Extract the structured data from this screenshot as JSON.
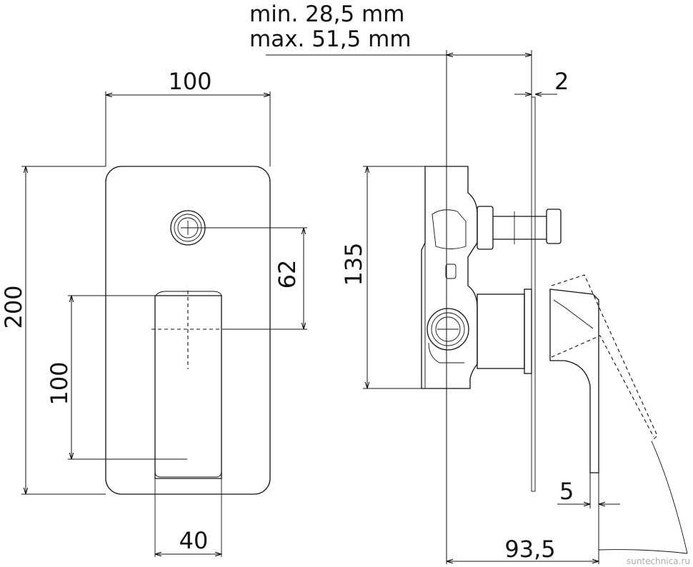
{
  "dimensions": {
    "depth_min": "min. 28,5 mm",
    "depth_max": "max. 51,5 mm",
    "plate_width": "100",
    "plate_height": "200",
    "handle_offset": "100",
    "handle_width": "40",
    "outlet_spacing": "62",
    "body_height": "135",
    "plate_thickness": "2",
    "handle_gap": "5",
    "total_projection": "93,5"
  },
  "watermark": "suntechnica.ru"
}
